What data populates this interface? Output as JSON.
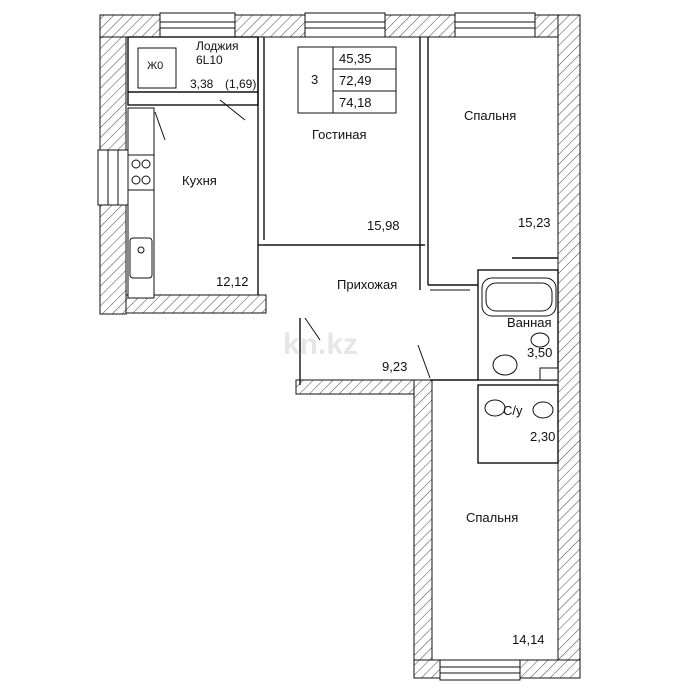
{
  "rooms": {
    "loggia": {
      "label": "Лоджия",
      "area": "3,38",
      "area_alt": "(1,69)",
      "label_mirrored": "6L10"
    },
    "kitchen": {
      "label": "Кухня",
      "area": "12,12"
    },
    "living": {
      "label": "Гостиная",
      "area": "15,98"
    },
    "bedroom1": {
      "label": "Спальня",
      "area": "15,23"
    },
    "hall": {
      "label": "Прихожая",
      "area": "9,23"
    },
    "bath": {
      "label": "Ванная",
      "area": "3,50"
    },
    "wc": {
      "label": "С/у",
      "area": "2,30"
    },
    "bedroom2": {
      "label": "Спальня",
      "area": "14,14"
    }
  },
  "summary": {
    "rooms_count": "3",
    "living_area": "45,35",
    "total_area": "72,49",
    "total_with_loggia": "74,18"
  },
  "appliances": {
    "washer_label": "Ж0"
  },
  "watermark": "kn.kz",
  "colors": {
    "wall": "#111111",
    "hatch": "#555555",
    "background": "#ffffff"
  }
}
